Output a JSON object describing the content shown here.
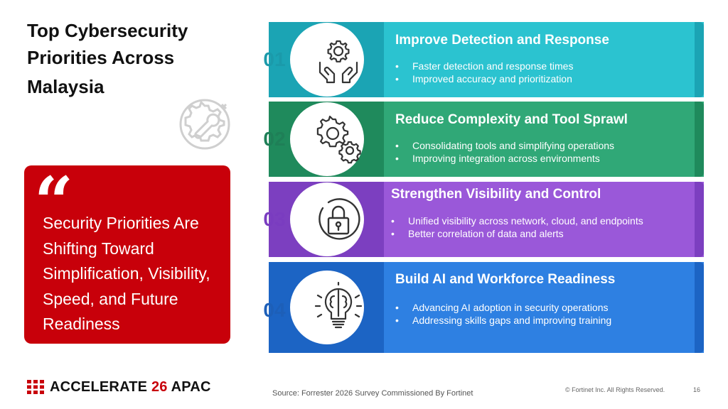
{
  "title": {
    "line1": "Top Cybersecurity",
    "line2": "Priorities Across",
    "line3": "Malaysia"
  },
  "quote": {
    "mark": "“",
    "text": "Security Priorities Are Shifting Toward Simplification, Visibility, Speed, and Future Readiness"
  },
  "priorities": [
    {
      "number": "01",
      "heading": "Improve Detection and Response",
      "bullets": [
        "Faster detection and response times",
        "Improved accuracy and prioritization"
      ],
      "icon": "hands-gear-icon",
      "color_main": "#2bc3d0",
      "color_band": "#1ba4b4",
      "color_num": "#1b9aaa"
    },
    {
      "number": "02",
      "heading": "Reduce Complexity and Tool Sprawl",
      "bullets": [
        "Consolidating tools and simplifying operations",
        "Improving integration across environments"
      ],
      "icon": "gears-icon",
      "color_main": "#30a877",
      "color_band": "#1f8a5c",
      "color_num": "#1f7f57"
    },
    {
      "number": "03",
      "heading": "Strengthen Visibility and Control",
      "bullets": [
        "Unified visibility across network, cloud, and endpoints",
        "Better correlation of data and alerts"
      ],
      "icon": "lock-icon",
      "color_main": "#9a58d9",
      "color_band": "#7c3fc0",
      "color_num": "#7a3cc0"
    },
    {
      "number": "04",
      "heading": "Build AI and Workforce Readiness",
      "bullets": [
        "Advancing AI adoption in security operations",
        "Addressing skills gaps and improving training"
      ],
      "icon": "lightbulb-brain-icon",
      "color_main": "#2e80e2",
      "color_band": "#1c64c4",
      "color_num": "#1d5fb8"
    }
  ],
  "footer": {
    "logo_a": "ACCELERATE",
    "logo_b": "26",
    "logo_c": "APAC",
    "source": "Source: Forrester 2026 Survey Commissioned By Fortinet",
    "copyright": "© Fortinet Inc. All Rights Reserved.",
    "page": "16"
  },
  "colors": {
    "brand_red": "#c8000a"
  }
}
